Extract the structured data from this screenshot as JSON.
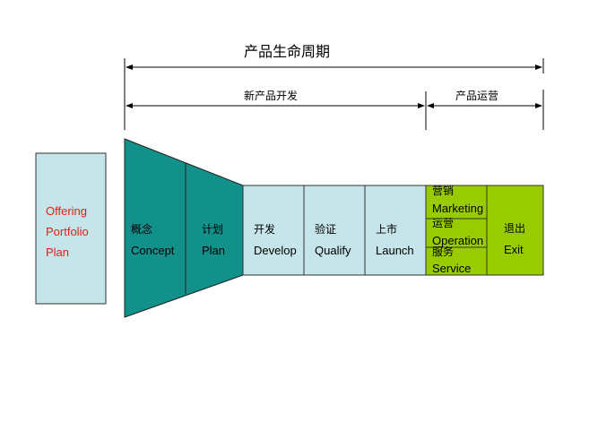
{
  "title": "产品生命周期",
  "phases": {
    "development": "新产品开发",
    "operation": "产品运营"
  },
  "offering": [
    "Offering",
    "Portfolio",
    "Plan"
  ],
  "stages": [
    {
      "cn": "概念",
      "en": "Concept"
    },
    {
      "cn": "计划",
      "en": "Plan"
    },
    {
      "cn": "开发",
      "en": "Develop"
    },
    {
      "cn": "验证",
      "en": "Qualify"
    },
    {
      "cn": "上市",
      "en": "Launch"
    }
  ],
  "operations": [
    {
      "cn": "营销",
      "en": "Marketing"
    },
    {
      "cn": "运营",
      "en": "Operation"
    },
    {
      "cn": "服务",
      "en": "Service"
    }
  ],
  "exit": {
    "cn": "退出",
    "en": "Exit"
  },
  "colors": {
    "teal": "#12908a",
    "light_blue": "#c6e5ea",
    "green": "#99cc00",
    "red": "#e0201a"
  }
}
